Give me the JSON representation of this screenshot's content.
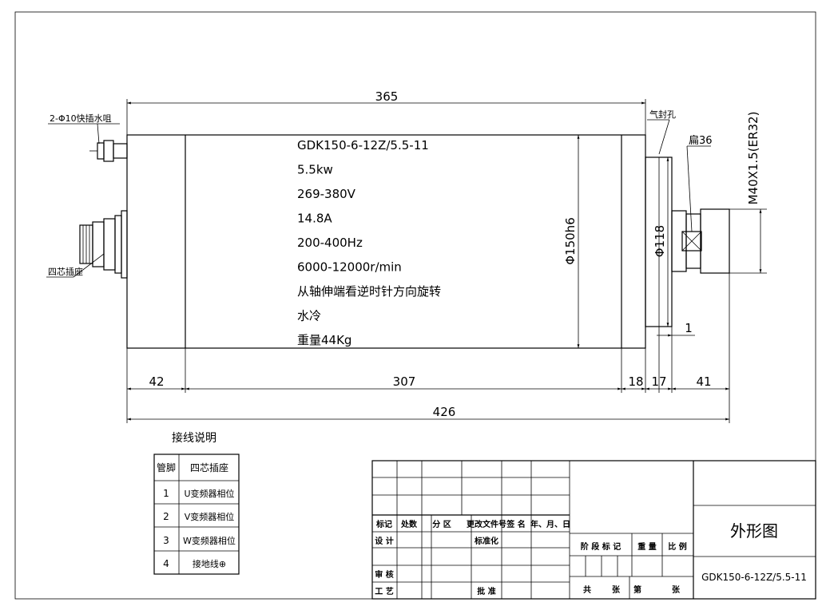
{
  "dims": {
    "overall_body": "365",
    "overall_total": "426",
    "rear_cap": "42",
    "body_mid": "307",
    "front_a": "18",
    "front_b": "17",
    "shaft": "41",
    "gap_1": "1",
    "body_dia": "Φ150h6",
    "flange_dia": "Φ118",
    "thread": "M40X1.5(ER32)",
    "flat": "扁36"
  },
  "callouts": {
    "water_fitting": "2-Φ10快插水咀",
    "connector": "四芯插座",
    "air_seal": "气封孔"
  },
  "specs": [
    "GDK150-6-12Z/5.5-11",
    "5.5kw",
    "269-380V",
    "14.8A",
    "200-400Hz",
    "6000-12000r/min",
    "从轴伸端看逆时针方向旋转",
    "水冷",
    "重量44Kg"
  ],
  "wiring": {
    "title": "接线说明",
    "headers": [
      "管脚",
      "四芯插座"
    ],
    "rows": [
      [
        "1",
        "U变频器相位"
      ],
      [
        "2",
        "V变频器相位"
      ],
      [
        "3",
        "W变频器相位"
      ],
      [
        "4",
        "接地线⊕"
      ]
    ]
  },
  "titleblock": {
    "revision_headers": [
      "标记",
      "处数",
      "分 区",
      "更改文件号",
      "签 名",
      "年、月、日"
    ],
    "design": "设 计",
    "standardize": "标准化",
    "review": "审 核",
    "process": "工 艺",
    "approve": "批 准",
    "stage_mark": "阶 段 标 记",
    "weight": "重 量",
    "scale": "比 例",
    "total": "共",
    "sheets": "张",
    "sheet_no": "第",
    "sheets2": "张",
    "drawing_name": "外形图",
    "drawing_no": "GDK150-6-12Z/5.5-11"
  }
}
